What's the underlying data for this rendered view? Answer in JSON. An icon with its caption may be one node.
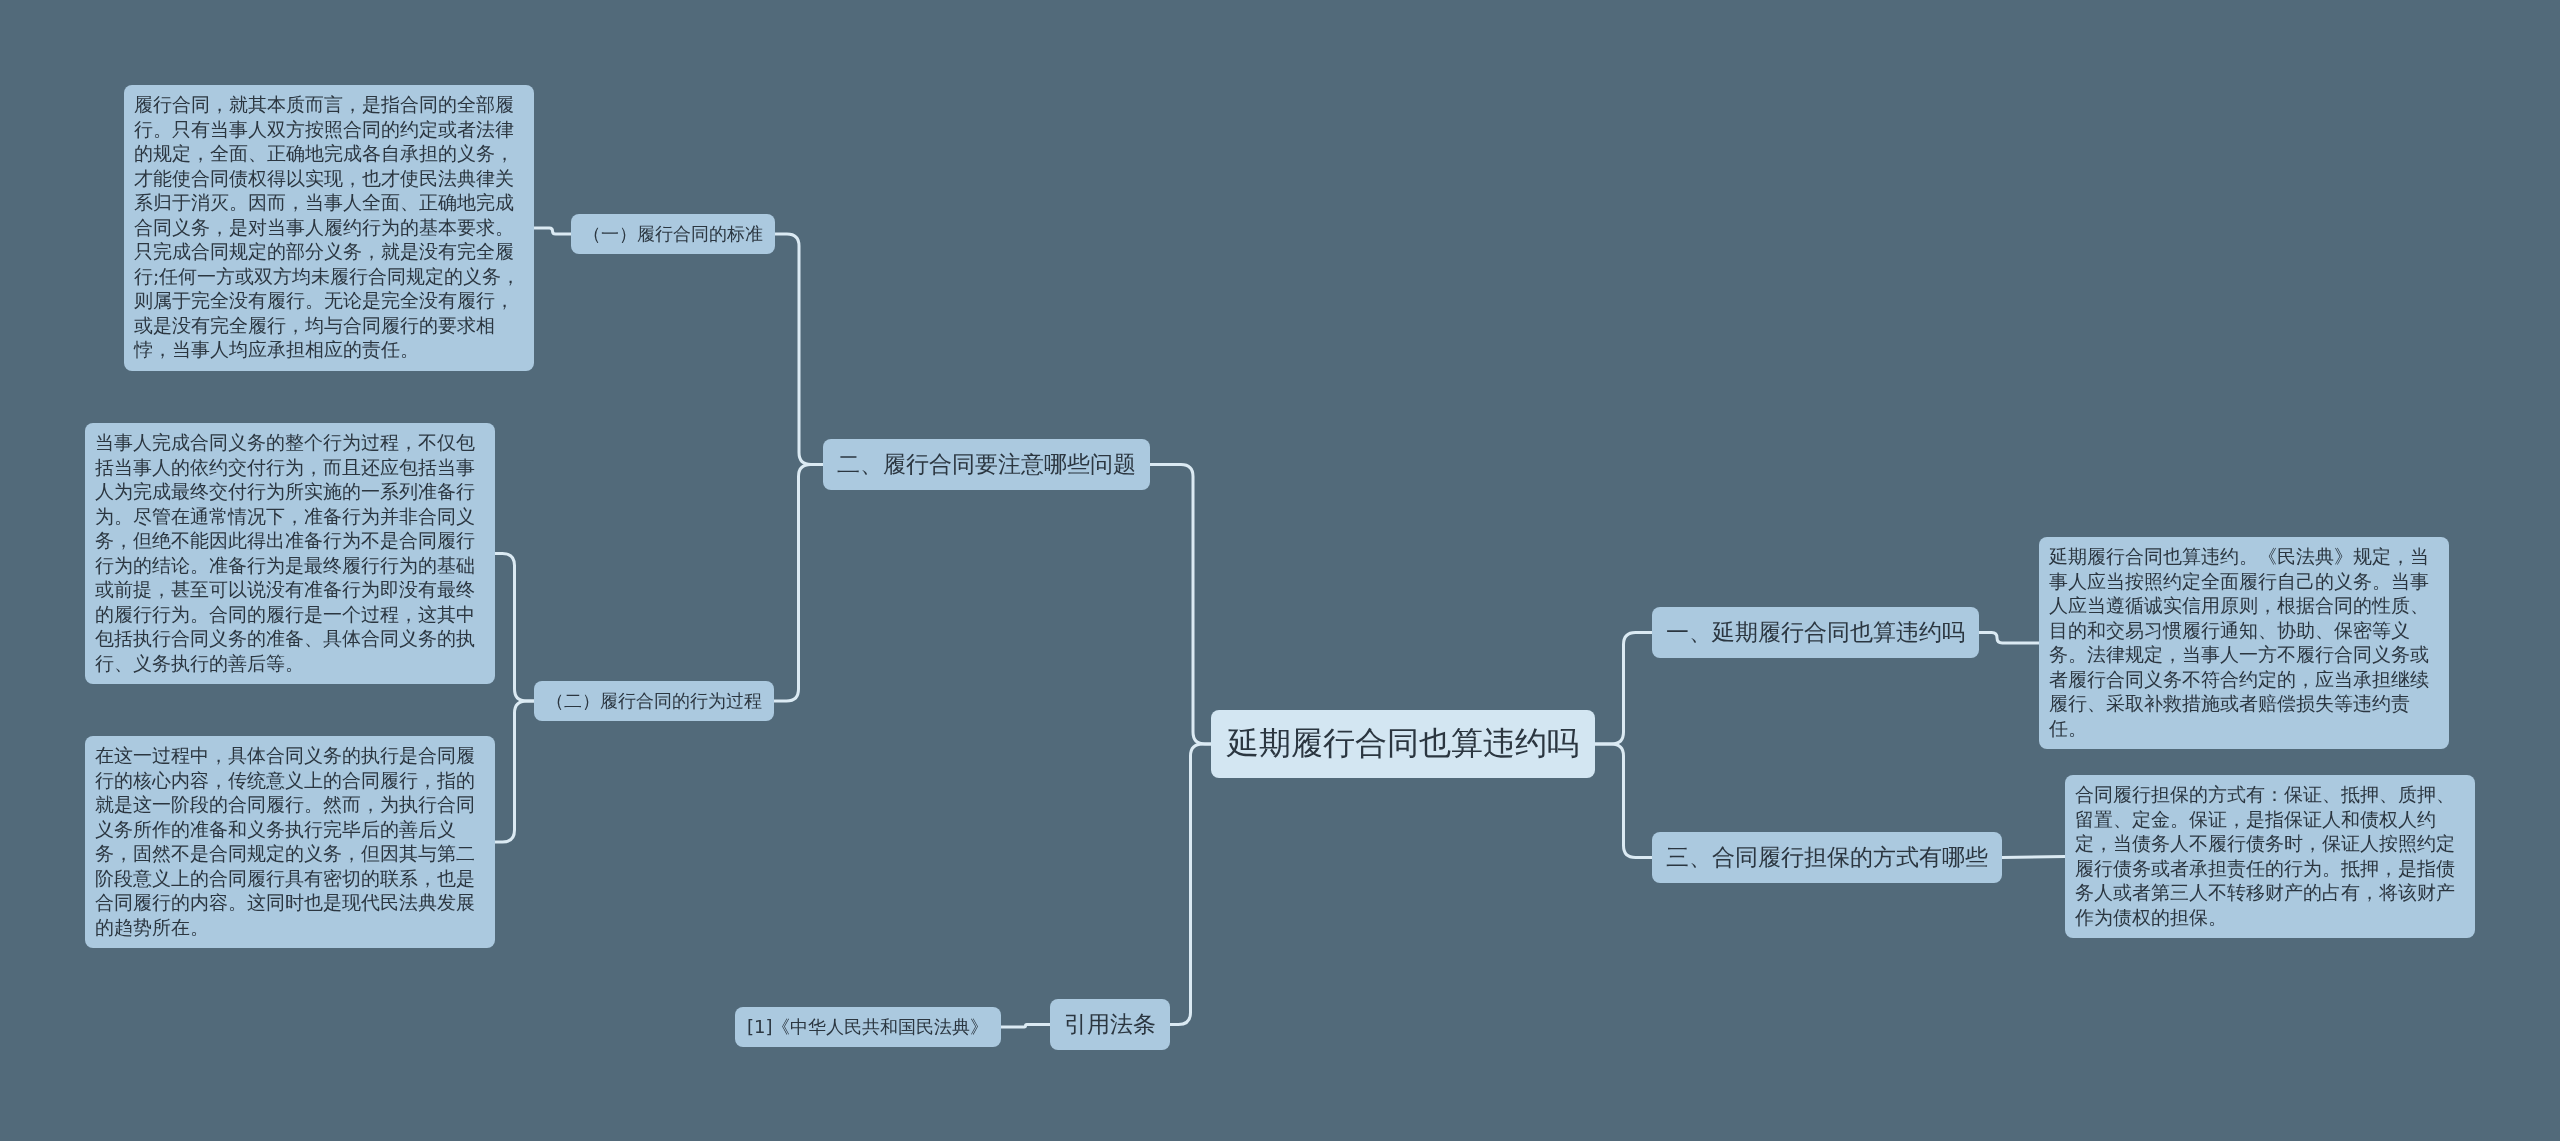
{
  "diagram": {
    "nodes": [
      {
        "text": [
          "延期履行合同也算违约吗"
        ]
      },
      {
        "text": [
          "一、延期履行合同也算违约吗"
        ]
      },
      {
        "text": [
          "延期履行合同也算违约。《民法典》规定，当事人应当按照约定全面履行自己的义务。当事人应当遵循诚实信用原则，根据合同的性质、目的和交易习惯履行通知、协助、保密等义务。法律规定，当事人一方不履行合同义务或者履行合同义务不符合约定的，应当承担继续履行、采取补救措施或者赔偿损失等违约责任。"
        ]
      },
      {
        "text": [
          "三、合同履行担保的方式有哪些"
        ]
      },
      {
        "text": [
          "合同履行担保的方式有：保证、抵押、质押、留置、定金。保证，是指保证人和债权人约定，当债务人不履行债务时，保证人按照约定履行债务或者承担责任的行为。抵押，是指债务人或者第三人不转移财产的占有，将该财产作为债权的担保。"
        ]
      },
      {
        "text": [
          "二、履行合同要注意哪些问题"
        ]
      },
      {
        "text": [
          "（一）履行合同的标准"
        ]
      },
      {
        "text": [
          "履行合同，就其本质而言，是指合同的全部履行。只有当事人双方按照合同的约定或者法律的规定，全面、正确地完成各自承担的义务，才能使合同债权得以实现，也才使民法典律关系归于消灭。因而，当事人全面、正确地完成合同义务，是对当事人履约行为的基本要求。只完成合同规定的部分义务，就是没有完全履行;任何一方或双方均未履行合同规定的义务，则属于完全没有履行。无论是完全没有履行，或是没有完全履行，均与合同履行的要求相悖，当事人均应承担相应的责任。"
        ]
      },
      {
        "text": [
          "（二）履行合同的行为过程"
        ]
      },
      {
        "text": [
          "当事人完成合同义务的整个行为过程，不仅包括当事人的依约交付行为，而且还应包括当事人为完成最终交付行为所实施的一系列准备行为。尽管在通常情况下，准备行为并非合同义务，但绝不能因此得出准备行为不是合同履行行为的结论。准备行为是最终履行行为的基础或前提，甚至可以说没有准备行为即没有最终的履行行为。合同的履行是一个过程，这其中包括执行合同义务的准备、具体合同义务的执行、义务执行的善后等。"
        ]
      },
      {
        "text": [
          "在这一过程中，具体合同义务的执行是合同履行的核心内容，传统意义上的合同履行，指的就是这一阶段的合同履行。然而，为执行合同义务所作的准备和义务执行完毕后的善后义务，固然不是合同规定的义务，但因其与第二阶段意义上的合同履行具有密切的联系，也是合同履行的内容。这同时也是现代民法典发展的趋势所在。"
        ]
      },
      {
        "text": [
          "引用法条"
        ]
      },
      {
        "text": [
          "[1]《中华人民共和国民法典》"
        ]
      }
    ],
    "edges": [
      {
        "from": 0,
        "to": 1,
        "arrow": "none"
      },
      {
        "from": 1,
        "to": 2,
        "arrow": "none"
      },
      {
        "from": 0,
        "to": 3,
        "arrow": "none"
      },
      {
        "from": 3,
        "to": 4,
        "arrow": "none"
      },
      {
        "from": 0,
        "to": 5,
        "arrow": "none"
      },
      {
        "from": 5,
        "to": 6,
        "arrow": "none"
      },
      {
        "from": 6,
        "to": 7,
        "arrow": "none"
      },
      {
        "from": 5,
        "to": 8,
        "arrow": "none"
      },
      {
        "from": 8,
        "to": 9,
        "arrow": "none"
      },
      {
        "from": 8,
        "to": 10,
        "arrow": "none"
      },
      {
        "from": 0,
        "to": 11,
        "arrow": "none"
      },
      {
        "from": 11,
        "to": 12,
        "arrow": "none"
      }
    ]
  }
}
